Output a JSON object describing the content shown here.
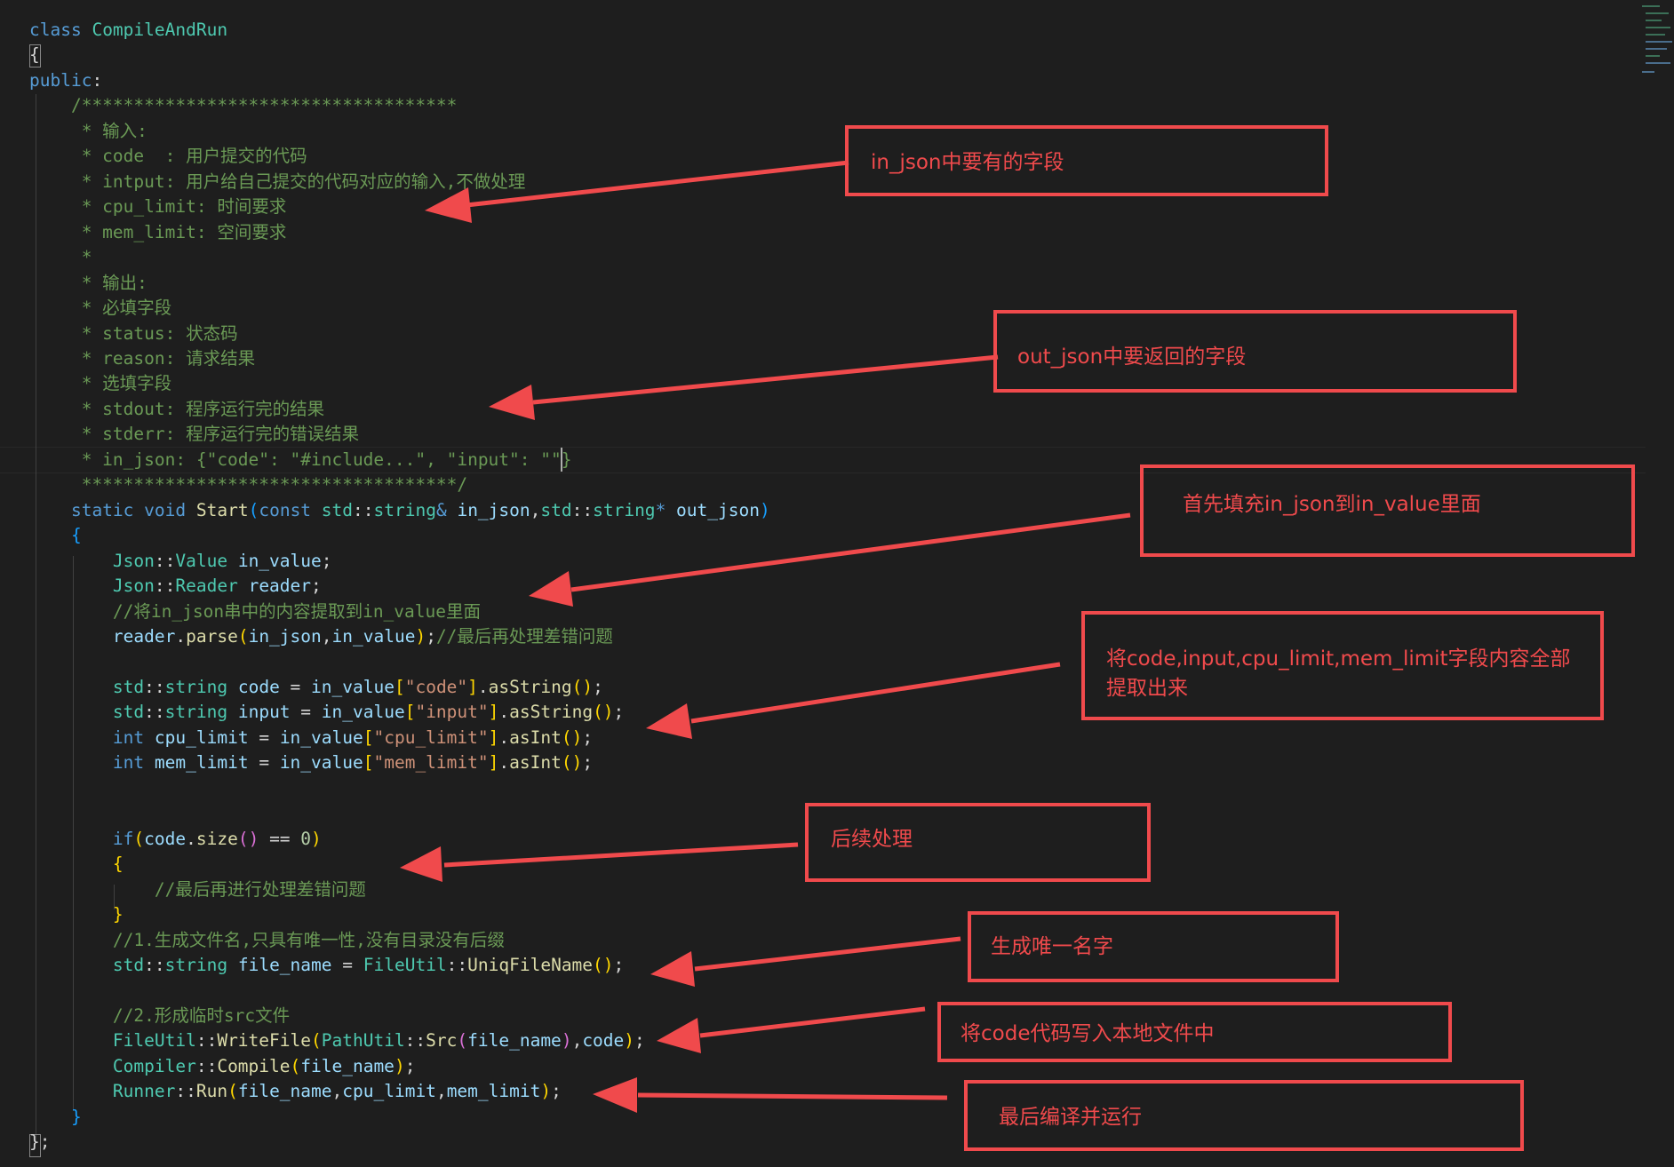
{
  "editor": {
    "colors": {
      "background": "#1e1e1e",
      "keyword": "#569cd6",
      "type": "#4ec9b0",
      "function": "#dcdcaa",
      "variable": "#9cdcfe",
      "string": "#ce9178",
      "number": "#b5cea8",
      "comment": "#6a9955",
      "plain": "#d4d4d4"
    },
    "lines": [
      {
        "tokens": [
          {
            "text": "class ",
            "cls": "t-kw"
          },
          {
            "text": "CompileAndRun",
            "cls": "t-cls"
          }
        ]
      },
      {
        "tokens": [
          {
            "text": "{",
            "cls": "t-punc"
          }
        ]
      },
      {
        "tokens": [
          {
            "text": "public",
            "cls": "t-kw"
          },
          {
            "text": ":",
            "cls": "t-punc"
          }
        ]
      },
      {
        "tokens": [
          {
            "text": "    /************************************",
            "cls": "t-cm"
          }
        ]
      },
      {
        "tokens": [
          {
            "text": "     * 输入:",
            "cls": "t-cm"
          }
        ]
      },
      {
        "tokens": [
          {
            "text": "     * code  : 用户提交的代码",
            "cls": "t-cm"
          }
        ]
      },
      {
        "tokens": [
          {
            "text": "     * intput: 用户给自己提交的代码对应的输入,不做处理",
            "cls": "t-cm"
          }
        ]
      },
      {
        "tokens": [
          {
            "text": "     * cpu_limit: 时间要求",
            "cls": "t-cm"
          }
        ]
      },
      {
        "tokens": [
          {
            "text": "     * mem_limit: 空间要求",
            "cls": "t-cm"
          }
        ]
      },
      {
        "tokens": [
          {
            "text": "     *",
            "cls": "t-cm"
          }
        ]
      },
      {
        "tokens": [
          {
            "text": "     * 输出:",
            "cls": "t-cm"
          }
        ]
      },
      {
        "tokens": [
          {
            "text": "     * 必填字段",
            "cls": "t-cm"
          }
        ]
      },
      {
        "tokens": [
          {
            "text": "     * status: 状态码",
            "cls": "t-cm"
          }
        ]
      },
      {
        "tokens": [
          {
            "text": "     * reason: 请求结果",
            "cls": "t-cm"
          }
        ]
      },
      {
        "tokens": [
          {
            "text": "     * 选填字段",
            "cls": "t-cm"
          }
        ]
      },
      {
        "tokens": [
          {
            "text": "     * stdout: 程序运行完的结果",
            "cls": "t-cm"
          }
        ]
      },
      {
        "tokens": [
          {
            "text": "     * stderr: 程序运行完的错误结果",
            "cls": "t-cm"
          }
        ]
      },
      {
        "tokens": [
          {
            "text": "     * in_json: {\"code\": \"#include...\", \"input\": \"\"}",
            "cls": "t-cm"
          }
        ]
      },
      {
        "tokens": [
          {
            "text": "     ************************************/",
            "cls": "t-cm"
          }
        ]
      },
      {
        "tokens": [
          {
            "text": "    ",
            "cls": "t-punc"
          },
          {
            "text": "static",
            "cls": "t-kw"
          },
          {
            "text": " ",
            "cls": "t-punc"
          },
          {
            "text": "void",
            "cls": "t-kw"
          },
          {
            "text": " ",
            "cls": "t-punc"
          },
          {
            "text": "Start",
            "cls": "t-fn"
          },
          {
            "text": "(",
            "cls": "t-brace3"
          },
          {
            "text": "const",
            "cls": "t-kw"
          },
          {
            "text": " ",
            "cls": "t-punc"
          },
          {
            "text": "std",
            "cls": "t-cls"
          },
          {
            "text": "::",
            "cls": "t-punc"
          },
          {
            "text": "string",
            "cls": "t-cls"
          },
          {
            "text": "& ",
            "cls": "t-kw"
          },
          {
            "text": "in_json",
            "cls": "t-var"
          },
          {
            "text": ",",
            "cls": "t-punc"
          },
          {
            "text": "std",
            "cls": "t-cls"
          },
          {
            "text": "::",
            "cls": "t-punc"
          },
          {
            "text": "string",
            "cls": "t-cls"
          },
          {
            "text": "* ",
            "cls": "t-kw"
          },
          {
            "text": "out_json",
            "cls": "t-var"
          },
          {
            "text": ")",
            "cls": "t-brace3"
          }
        ]
      },
      {
        "tokens": [
          {
            "text": "    ",
            "cls": "t-punc"
          },
          {
            "text": "{",
            "cls": "t-brace3"
          }
        ]
      },
      {
        "tokens": [
          {
            "text": "        ",
            "cls": "t-punc"
          },
          {
            "text": "Json",
            "cls": "t-cls"
          },
          {
            "text": "::",
            "cls": "t-punc"
          },
          {
            "text": "Value",
            "cls": "t-cls"
          },
          {
            "text": " ",
            "cls": "t-punc"
          },
          {
            "text": "in_value",
            "cls": "t-var"
          },
          {
            "text": ";",
            "cls": "t-punc"
          }
        ]
      },
      {
        "tokens": [
          {
            "text": "        ",
            "cls": "t-punc"
          },
          {
            "text": "Json",
            "cls": "t-cls"
          },
          {
            "text": "::",
            "cls": "t-punc"
          },
          {
            "text": "Reader",
            "cls": "t-cls"
          },
          {
            "text": " ",
            "cls": "t-punc"
          },
          {
            "text": "reader",
            "cls": "t-var"
          },
          {
            "text": ";",
            "cls": "t-punc"
          }
        ]
      },
      {
        "tokens": [
          {
            "text": "        ",
            "cls": "t-punc"
          },
          {
            "text": "//将in_json串中的内容提取到in_value里面",
            "cls": "t-cm"
          }
        ]
      },
      {
        "tokens": [
          {
            "text": "        ",
            "cls": "t-punc"
          },
          {
            "text": "reader",
            "cls": "t-var"
          },
          {
            "text": ".",
            "cls": "t-punc"
          },
          {
            "text": "parse",
            "cls": "t-fn"
          },
          {
            "text": "(",
            "cls": "t-brace1"
          },
          {
            "text": "in_json",
            "cls": "t-var"
          },
          {
            "text": ",",
            "cls": "t-punc"
          },
          {
            "text": "in_value",
            "cls": "t-var"
          },
          {
            "text": ")",
            "cls": "t-brace1"
          },
          {
            "text": ";",
            "cls": "t-punc"
          },
          {
            "text": "//最后再处理差错问题",
            "cls": "t-cm"
          }
        ]
      },
      {
        "tokens": [
          {
            "text": "",
            "cls": "t-punc"
          }
        ]
      },
      {
        "tokens": [
          {
            "text": "        ",
            "cls": "t-punc"
          },
          {
            "text": "std",
            "cls": "t-cls"
          },
          {
            "text": "::",
            "cls": "t-punc"
          },
          {
            "text": "string",
            "cls": "t-cls"
          },
          {
            "text": " ",
            "cls": "t-punc"
          },
          {
            "text": "code",
            "cls": "t-var"
          },
          {
            "text": " = ",
            "cls": "t-op"
          },
          {
            "text": "in_value",
            "cls": "t-var"
          },
          {
            "text": "[",
            "cls": "t-brace1"
          },
          {
            "text": "\"code\"",
            "cls": "t-str"
          },
          {
            "text": "]",
            "cls": "t-brace1"
          },
          {
            "text": ".",
            "cls": "t-punc"
          },
          {
            "text": "asString",
            "cls": "t-fn"
          },
          {
            "text": "()",
            "cls": "t-brace1"
          },
          {
            "text": ";",
            "cls": "t-punc"
          }
        ]
      },
      {
        "tokens": [
          {
            "text": "        ",
            "cls": "t-punc"
          },
          {
            "text": "std",
            "cls": "t-cls"
          },
          {
            "text": "::",
            "cls": "t-punc"
          },
          {
            "text": "string",
            "cls": "t-cls"
          },
          {
            "text": " ",
            "cls": "t-punc"
          },
          {
            "text": "input",
            "cls": "t-var"
          },
          {
            "text": " = ",
            "cls": "t-op"
          },
          {
            "text": "in_value",
            "cls": "t-var"
          },
          {
            "text": "[",
            "cls": "t-brace1"
          },
          {
            "text": "\"input\"",
            "cls": "t-str"
          },
          {
            "text": "]",
            "cls": "t-brace1"
          },
          {
            "text": ".",
            "cls": "t-punc"
          },
          {
            "text": "asString",
            "cls": "t-fn"
          },
          {
            "text": "()",
            "cls": "t-brace1"
          },
          {
            "text": ";",
            "cls": "t-punc"
          }
        ]
      },
      {
        "tokens": [
          {
            "text": "        ",
            "cls": "t-punc"
          },
          {
            "text": "int",
            "cls": "t-kw"
          },
          {
            "text": " ",
            "cls": "t-punc"
          },
          {
            "text": "cpu_limit",
            "cls": "t-var"
          },
          {
            "text": " = ",
            "cls": "t-op"
          },
          {
            "text": "in_value",
            "cls": "t-var"
          },
          {
            "text": "[",
            "cls": "t-brace1"
          },
          {
            "text": "\"cpu_limit\"",
            "cls": "t-str"
          },
          {
            "text": "]",
            "cls": "t-brace1"
          },
          {
            "text": ".",
            "cls": "t-punc"
          },
          {
            "text": "asInt",
            "cls": "t-fn"
          },
          {
            "text": "()",
            "cls": "t-brace1"
          },
          {
            "text": ";",
            "cls": "t-punc"
          }
        ]
      },
      {
        "tokens": [
          {
            "text": "        ",
            "cls": "t-punc"
          },
          {
            "text": "int",
            "cls": "t-kw"
          },
          {
            "text": " ",
            "cls": "t-punc"
          },
          {
            "text": "mem_limit",
            "cls": "t-var"
          },
          {
            "text": " = ",
            "cls": "t-op"
          },
          {
            "text": "in_value",
            "cls": "t-var"
          },
          {
            "text": "[",
            "cls": "t-brace1"
          },
          {
            "text": "\"mem_limit\"",
            "cls": "t-str"
          },
          {
            "text": "]",
            "cls": "t-brace1"
          },
          {
            "text": ".",
            "cls": "t-punc"
          },
          {
            "text": "asInt",
            "cls": "t-fn"
          },
          {
            "text": "()",
            "cls": "t-brace1"
          },
          {
            "text": ";",
            "cls": "t-punc"
          }
        ]
      },
      {
        "tokens": [
          {
            "text": "",
            "cls": "t-punc"
          }
        ]
      },
      {
        "tokens": [
          {
            "text": "",
            "cls": "t-punc"
          }
        ]
      },
      {
        "tokens": [
          {
            "text": "        ",
            "cls": "t-punc"
          },
          {
            "text": "if",
            "cls": "t-kw"
          },
          {
            "text": "(",
            "cls": "t-brace1"
          },
          {
            "text": "code",
            "cls": "t-var"
          },
          {
            "text": ".",
            "cls": "t-punc"
          },
          {
            "text": "size",
            "cls": "t-fn"
          },
          {
            "text": "()",
            "cls": "t-brace2"
          },
          {
            "text": " == ",
            "cls": "t-op"
          },
          {
            "text": "0",
            "cls": "t-num"
          },
          {
            "text": ")",
            "cls": "t-brace1"
          }
        ]
      },
      {
        "tokens": [
          {
            "text": "        ",
            "cls": "t-punc"
          },
          {
            "text": "{",
            "cls": "t-brace1"
          }
        ]
      },
      {
        "tokens": [
          {
            "text": "            ",
            "cls": "t-punc"
          },
          {
            "text": "//最后再进行处理差错问题",
            "cls": "t-cm"
          }
        ]
      },
      {
        "tokens": [
          {
            "text": "        ",
            "cls": "t-punc"
          },
          {
            "text": "}",
            "cls": "t-brace1"
          }
        ]
      },
      {
        "tokens": [
          {
            "text": "        ",
            "cls": "t-punc"
          },
          {
            "text": "//1.生成文件名,只具有唯一性,没有目录没有后缀",
            "cls": "t-cm"
          }
        ]
      },
      {
        "tokens": [
          {
            "text": "        ",
            "cls": "t-punc"
          },
          {
            "text": "std",
            "cls": "t-cls"
          },
          {
            "text": "::",
            "cls": "t-punc"
          },
          {
            "text": "string",
            "cls": "t-cls"
          },
          {
            "text": " ",
            "cls": "t-punc"
          },
          {
            "text": "file_name",
            "cls": "t-var"
          },
          {
            "text": " = ",
            "cls": "t-op"
          },
          {
            "text": "FileUtil",
            "cls": "t-cls"
          },
          {
            "text": "::",
            "cls": "t-punc"
          },
          {
            "text": "UniqFileName",
            "cls": "t-fn"
          },
          {
            "text": "()",
            "cls": "t-brace1"
          },
          {
            "text": ";",
            "cls": "t-punc"
          }
        ]
      },
      {
        "tokens": [
          {
            "text": "",
            "cls": "t-punc"
          }
        ]
      },
      {
        "tokens": [
          {
            "text": "        ",
            "cls": "t-punc"
          },
          {
            "text": "//2.形成临时src文件",
            "cls": "t-cm"
          }
        ]
      },
      {
        "tokens": [
          {
            "text": "        ",
            "cls": "t-punc"
          },
          {
            "text": "FileUtil",
            "cls": "t-cls"
          },
          {
            "text": "::",
            "cls": "t-punc"
          },
          {
            "text": "WriteFile",
            "cls": "t-fn"
          },
          {
            "text": "(",
            "cls": "t-brace1"
          },
          {
            "text": "PathUtil",
            "cls": "t-cls"
          },
          {
            "text": "::",
            "cls": "t-punc"
          },
          {
            "text": "Src",
            "cls": "t-fn"
          },
          {
            "text": "(",
            "cls": "t-brace2"
          },
          {
            "text": "file_name",
            "cls": "t-var"
          },
          {
            "text": ")",
            "cls": "t-brace2"
          },
          {
            "text": ",",
            "cls": "t-punc"
          },
          {
            "text": "code",
            "cls": "t-var"
          },
          {
            "text": ")",
            "cls": "t-brace1"
          },
          {
            "text": ";",
            "cls": "t-punc"
          }
        ]
      },
      {
        "tokens": [
          {
            "text": "        ",
            "cls": "t-punc"
          },
          {
            "text": "Compiler",
            "cls": "t-cls"
          },
          {
            "text": "::",
            "cls": "t-punc"
          },
          {
            "text": "Compile",
            "cls": "t-fn"
          },
          {
            "text": "(",
            "cls": "t-brace1"
          },
          {
            "text": "file_name",
            "cls": "t-var"
          },
          {
            "text": ")",
            "cls": "t-brace1"
          },
          {
            "text": ";",
            "cls": "t-punc"
          }
        ]
      },
      {
        "tokens": [
          {
            "text": "        ",
            "cls": "t-punc"
          },
          {
            "text": "Runner",
            "cls": "t-cls"
          },
          {
            "text": "::",
            "cls": "t-punc"
          },
          {
            "text": "Run",
            "cls": "t-fn"
          },
          {
            "text": "(",
            "cls": "t-brace1"
          },
          {
            "text": "file_name",
            "cls": "t-var"
          },
          {
            "text": ",",
            "cls": "t-punc"
          },
          {
            "text": "cpu_limit",
            "cls": "t-var"
          },
          {
            "text": ",",
            "cls": "t-punc"
          },
          {
            "text": "mem_limit",
            "cls": "t-var"
          },
          {
            "text": ")",
            "cls": "t-brace1"
          },
          {
            "text": ";",
            "cls": "t-punc"
          }
        ]
      },
      {
        "tokens": [
          {
            "text": "    ",
            "cls": "t-punc"
          },
          {
            "text": "}",
            "cls": "t-brace3"
          }
        ]
      },
      {
        "tokens": [
          {
            "text": "};",
            "cls": "t-punc"
          }
        ]
      }
    ]
  },
  "annotations": {
    "color": "#f04a4c",
    "in_json_fields": "in_json中要有的字段",
    "out_json_fields": "out_json中要返回的字段",
    "fill_in_value": "首先填充in_json到in_value里面",
    "extract_fields_line1": "将code,input,cpu_limit,mem_limit字段内容全部",
    "extract_fields_line2": "提取出来",
    "later_handling": "后续处理",
    "unique_name": "生成唯一名字",
    "write_code_file": "将code代码写入本地文件中",
    "compile_and_run": "最后编译并运行"
  }
}
